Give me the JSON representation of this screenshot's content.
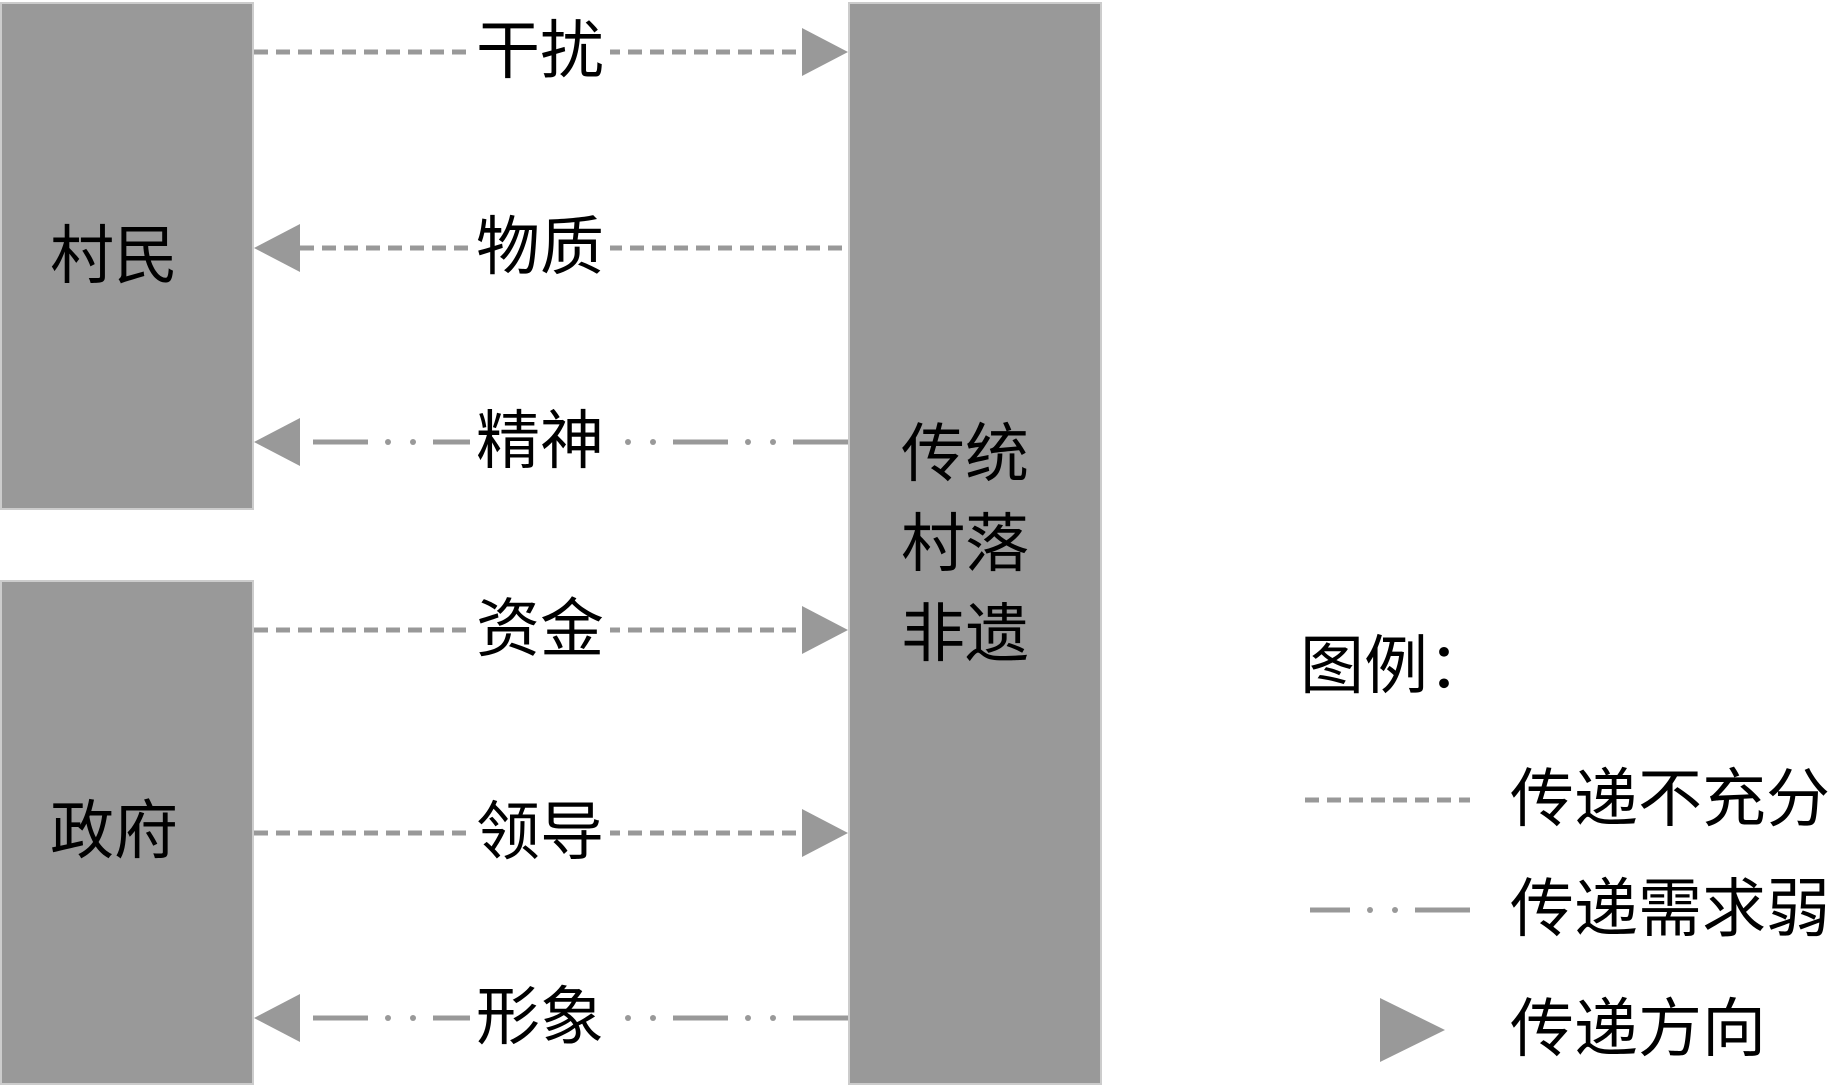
{
  "nodes": {
    "villagers": "村民",
    "government": "政府",
    "heritage_lines": [
      "传统",
      "村落",
      "非遗"
    ]
  },
  "connections": [
    {
      "label": "干扰",
      "style": "dashed",
      "direction": "right"
    },
    {
      "label": "物质",
      "style": "dashed",
      "direction": "left"
    },
    {
      "label": "精神",
      "style": "dashdot",
      "direction": "left"
    },
    {
      "label": "资金",
      "style": "dashed",
      "direction": "right"
    },
    {
      "label": "领导",
      "style": "dashed",
      "direction": "right"
    },
    {
      "label": "形象",
      "style": "dashdot",
      "direction": "left"
    }
  ],
  "legend": {
    "title": "图例：",
    "items": [
      {
        "type": "dashed",
        "label": "传递不充分"
      },
      {
        "type": "dashdot",
        "label": "传递需求弱"
      },
      {
        "type": "arrow",
        "label": "传递方向"
      }
    ]
  },
  "colors": {
    "box": "#999999",
    "line": "#999999",
    "text": "#000000"
  }
}
